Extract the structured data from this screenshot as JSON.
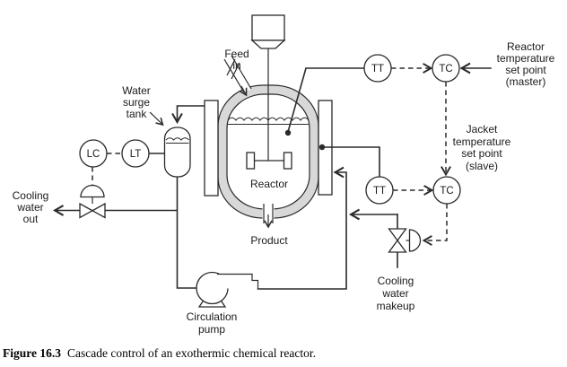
{
  "colors": {
    "line": "#2a2a2a",
    "jacket_fill": "#d8d8d8",
    "background": "#ffffff",
    "text": "#1a1a1a"
  },
  "instruments": {
    "level_controller": "LC",
    "level_transmitter": "LT",
    "reactor_temp_transmitter": "TT",
    "reactor_temp_controller": "TC",
    "jacket_temp_transmitter": "TT",
    "jacket_temp_controller": "TC"
  },
  "labels": {
    "feed_in": [
      "Feed",
      "in"
    ],
    "water_surge_tank": [
      "Water",
      "surge",
      "tank"
    ],
    "cooling_water_out": [
      "Cooling",
      "water",
      "out"
    ],
    "reactor": "Reactor",
    "product": "Product",
    "circulation_pump": [
      "Circulation",
      "pump"
    ],
    "cooling_water_makeup": [
      "Cooling",
      "water",
      "makeup"
    ],
    "reactor_setpoint": [
      "Reactor",
      "temperature",
      "set point",
      "(master)"
    ],
    "jacket_setpoint": [
      "Jacket",
      "temperature",
      "set point",
      "(slave)"
    ]
  },
  "caption": {
    "label": "Figure 16.3",
    "text": "Cascade control of an exothermic chemical reactor."
  }
}
